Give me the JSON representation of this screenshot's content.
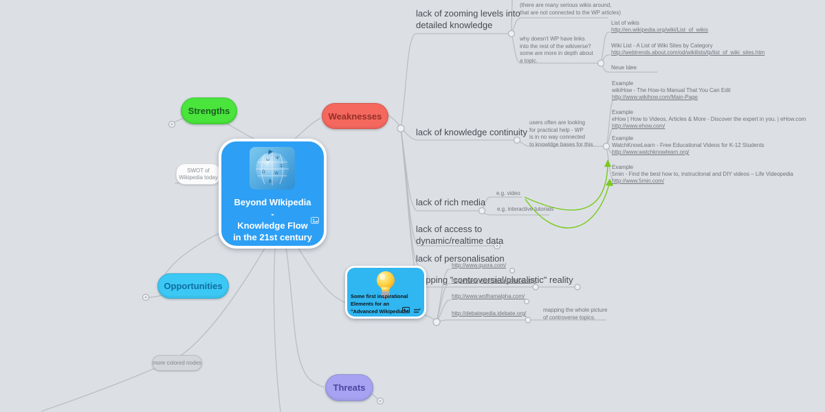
{
  "palette": {
    "background": "#dce0e5",
    "line": "#b9bec4",
    "arrow": "#7cc91f",
    "center_bg": "#2d9ff4",
    "insp_bg": "#30b6f0",
    "strengths_bg": "#49e43c",
    "weaknesses_bg": "#f5685e",
    "opportunities_bg": "#3cc8f5",
    "threats_bg": "#a7a3f2"
  },
  "center_node": {
    "title": "Beyond WIkipedia\n-\nKnowledge Flow\nin the 21st century",
    "image": "wikipedia-globe",
    "icons": [
      "image-icon"
    ]
  },
  "pills": {
    "strengths": {
      "label": "Strengths"
    },
    "weaknesses": {
      "label": "Weaknesses"
    },
    "opportunities": {
      "label": "Opportunities"
    },
    "threats": {
      "label": "Threats"
    },
    "swot": {
      "label": "SWOT of\nWikipedia today"
    },
    "more_nodes": {
      "label": "more colored nodes"
    }
  },
  "insp_node": {
    "title": "Some first inspirational\nElements for an\n\"Advanced Wikipedia\"",
    "image": "lightbulb",
    "icons": [
      "image-icon",
      "notes-icon"
    ]
  },
  "topics": {
    "zooming": "lack of zooming levels into\ndetailed knowledge",
    "continuity": "lack of knowledge continuity",
    "rich_media": "lack of rich media",
    "realtime": "lack of access to\ndynamic/realtime data",
    "personalisation": "lack of personalisation",
    "mapping": "lack of mapping \"controversial/pluralistic\" reality"
  },
  "notes": {
    "wikis_around": "(there are many serious wikis around,\nthat are not connected to the WP articles)",
    "wikiverse": "why doesn't WP have links\ninto the rest of the wikiverse?\nsome are more in depth about\na topic.",
    "practical_help": "users often are looking\nfor practical help - WP\nis in no way connected\nto knowldge bases for this",
    "eg_video": "e.g. video",
    "eg_tutorials": "e.g. interactive tutorials",
    "mapping_note": "mapping the whole picture\nof controverse topics."
  },
  "wiki_links": [
    {
      "title": "List of wikis",
      "url": "http://en.wikipedia.org/wiki/List_of_wikis"
    },
    {
      "title": "Wiki List - A List of Wiki Sites by Category",
      "url": "http://webtrends.about.com/od/wikilists/tp/list_of_wiki_sites.htm"
    },
    {
      "title": "Neue Idee",
      "url": ""
    }
  ],
  "examples": [
    {
      "kicker": "Example",
      "title": "wikiHow - The How-to Manual That You Can Edit",
      "url": "http://www.wikihow.com/Main-Page"
    },
    {
      "kicker": "Example",
      "title": "eHow | How to Videos, Articles & More - Discover the expert in you. | eHow.com",
      "url": "http://www.ehow.com/"
    },
    {
      "kicker": "Example",
      "title": "WatchKnowLearn - Free Educational Videos for K-12 Students",
      "url": "http://www.watchknowlearn.org/"
    },
    {
      "kicker": "Example",
      "title": "5min - Find the best how to, instructional and DIY videos – Life Videopedia",
      "url": "http://www.5min.com/"
    }
  ],
  "insp_links": [
    {
      "url": "http://www.quora.com/"
    },
    {
      "url": "http://www.yourlists-handbook.org/"
    },
    {
      "url": "http://www.wolframalpha.com/"
    },
    {
      "url": "http://debatepedia.idebate.org/"
    }
  ]
}
